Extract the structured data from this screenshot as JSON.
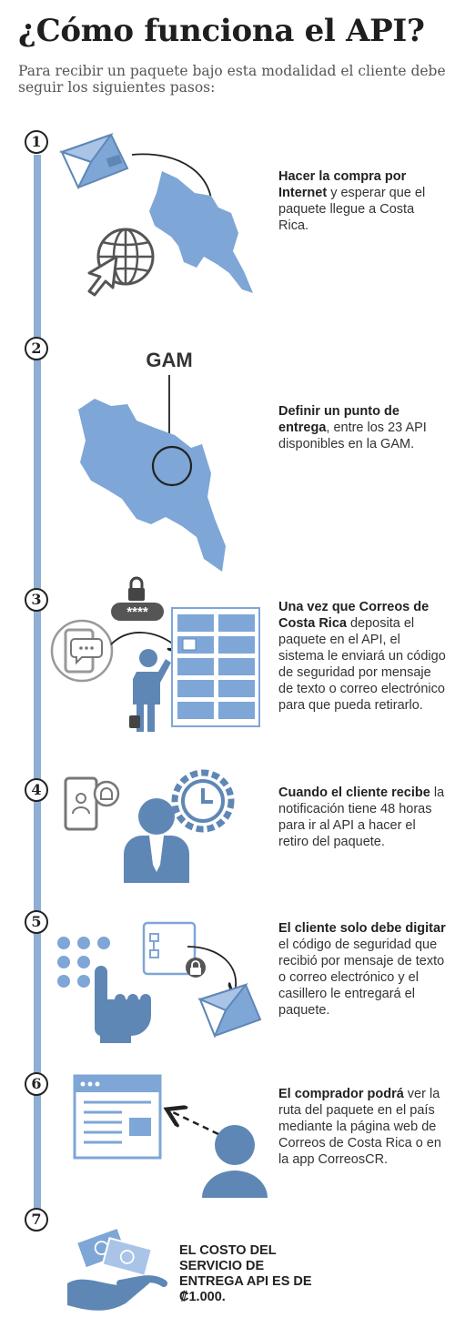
{
  "title": "¿Cómo funciona el API?",
  "subtitle": "Para recibir un paquete bajo esta modalidad el cliente debe seguir los siguientes pasos:",
  "steps": [
    {
      "number": "1",
      "bold": "Hacer la compra por Internet",
      "text": " y esperar que el paquete llegue a Costa Rica."
    },
    {
      "number": "2",
      "bold": "Definir un punto de entrega",
      "text": ", entre los 23 API disponibles en la GAM."
    },
    {
      "number": "3",
      "bold": "Una vez que Correos de Costa Rica",
      "text": " deposita el paquete en el API, el sistema le enviará un código de seguridad por mensaje de texto o correo electrónico para que pueda retirarlo."
    },
    {
      "number": "4",
      "bold": "Cuando el cliente recibe",
      "text": " la notificación tiene 48 horas para ir al API a hacer el retiro del paquete."
    },
    {
      "number": "5",
      "bold": "El cliente solo debe digitar",
      "text": " el código de seguridad que recibió por mensaje de texto o correo electrónico y el casillero le entregará el paquete."
    },
    {
      "number": "6",
      "bold": "El comprador podrá",
      "text": " ver la ruta del paquete en el país mediante la página web de Correos de Costa Rica o en la app CorreosCR."
    },
    {
      "number": "7"
    }
  ],
  "map_label": "GAM",
  "password_mask": "****",
  "cost_text": "EL COSTO DEL SERVICIO DE ENTREGA API ES DE ₡1.000.",
  "colors": {
    "accent": "#7ea6d6",
    "accent_dark": "#5f87b6",
    "grey": "#555555",
    "timeline": "#8eaed3"
  },
  "icons": [
    "package-icon",
    "globe-cursor-icon",
    "costa-rica-map-icon",
    "lock-icon",
    "phone-chat-icon",
    "locker-icon",
    "person-icon",
    "phone-notification-icon",
    "clock-gear-icon",
    "keypad-icon",
    "hand-icon",
    "browser-window-icon",
    "money-hand-icon"
  ]
}
